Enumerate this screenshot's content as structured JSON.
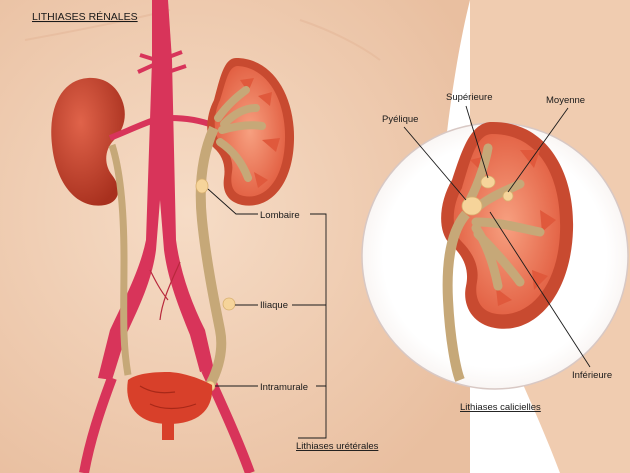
{
  "title": "LITHIASES RÉNALES",
  "labels": {
    "lombaire": "Lombaire",
    "iliaque": "Iliaque",
    "intramurale": "Intramurale",
    "lithiases_ureterales": "Lithiases urétérales",
    "pyelique": "Pyélique",
    "superieure": "Supérieure",
    "moyenne": "Moyenne",
    "inferieure": "Inférieure",
    "lithiases_calicielles": "Lithiases calicielles"
  },
  "colors": {
    "skin": "#f2d2b8",
    "kidney_surface": "#c84a30",
    "kidney_cut": "#f08060",
    "artery": "#d8345a",
    "ureter": "#c6a878",
    "stone": "#f6d49a",
    "bladder": "#d8402a"
  }
}
